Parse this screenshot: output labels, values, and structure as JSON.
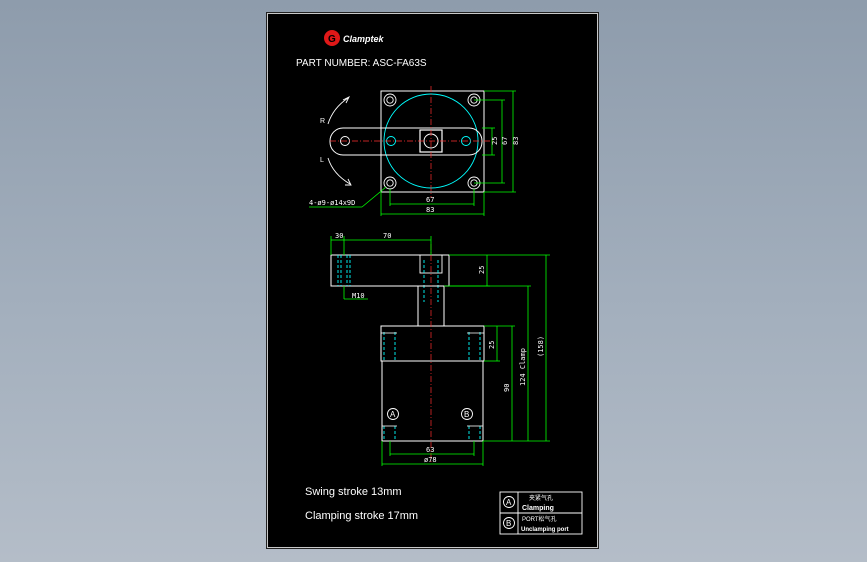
{
  "logo": {
    "text": "Clamptek",
    "mark": "G"
  },
  "part_number": "PART NUMBER:  ASC-FA63S",
  "top_view": {
    "rotation_labels": [
      "R",
      "L"
    ],
    "hole_callout": "4-ø9-ø14x9D",
    "dims": [
      "25",
      "67",
      "83",
      "67",
      "83"
    ]
  },
  "side_view": {
    "dims_top": [
      "30",
      "70"
    ],
    "thread": "M10",
    "dims_right": [
      "25",
      "25",
      "90",
      "124 Clamp",
      "(158)"
    ],
    "dims_bottom": [
      "63",
      "ø78"
    ],
    "ports": [
      "A",
      "B"
    ]
  },
  "notes": {
    "swing": "Swing stroke 13mm",
    "clamp": "Clamping stroke 17mm"
  },
  "legend": [
    {
      "symbol": "A",
      "line1": "夹紧气孔",
      "line2": "Clamping"
    },
    {
      "symbol": "B",
      "line1": "PORT松气孔",
      "line2": "Unclamping port"
    }
  ],
  "colors": {
    "sheet": "#000000",
    "outline": "#ffffff",
    "dimension": "#00ff00",
    "centerline": "#ff3030",
    "hidden": "#00ffff",
    "logo": "#e01818"
  }
}
